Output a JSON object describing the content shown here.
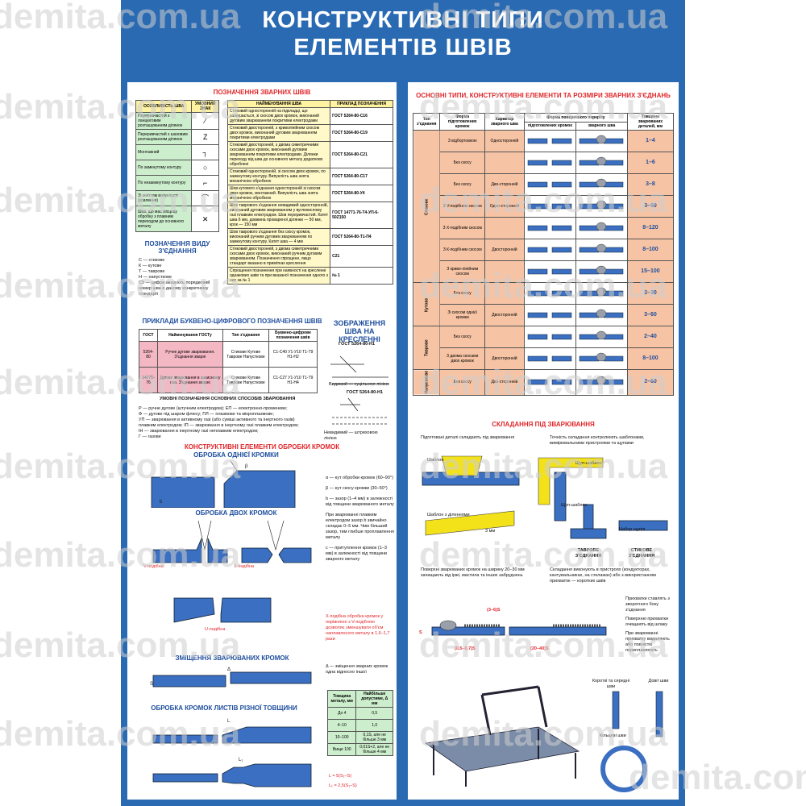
{
  "watermark": "demita.com.ua",
  "title": {
    "line1": "КОНСТРУКТИВНІ ТИПИ",
    "line2": "ЕЛЕМЕНТІВ ШВІВ"
  },
  "left": {
    "designations_heading": "ПОЗНАЧЕННЯ ЗВАРНИХ ШВІВ",
    "sym_headers": [
      "ОСОБЛИВІСТЬ ШВА",
      "УМОВНИЙ ЗНАК"
    ],
    "sym_rows": [
      "Переривчастий з ланцюговим розташуванням ділянок",
      "Переривчастий з шаховим розташуванням ділянок",
      "Монтажний",
      "По замкнутому контуру",
      "По незамкнутому контуру",
      "Зі зняттям випуклості (усилення)",
      "Шов, що має місцеву обробку з плавним переходом до основного металу"
    ],
    "naming_headers": [
      "НАЙМЕНУВАННЯ ШВА",
      "ПРИКЛАД ПОЗНАЧЕННЯ"
    ],
    "naming_rows": [
      {
        "name": "Стиковий односторонній на підкладці, що залишається, зі скосом двох кромок, виконаний дуговим зварюванням покритими електродами",
        "ex": "ГОСТ 5264-80-С16"
      },
      {
        "name": "Стиковий двосторонній, з криволінійним скосом двох кромок, виконаний дуговим зварюванням покритими електродами",
        "ex": "ГОСТ 5264-80-С19"
      },
      {
        "name": "Стиковий двосторонній, з двома симетричними скосами двох кромок, виконаний дуговим зварюванням покритими електродами. Ділянки переходу від шва до основного металу додатково оброблені",
        "ex": "ГОСТ 5264-80-С21"
      },
      {
        "name": "Стиковий односторонній, зі скосом двох кромок, по замкнутому контуру. Випуклість шва знята механічною обробкою",
        "ex": "ГОСТ 5264-80-С17"
      },
      {
        "name": "Шов кутового з'єднання односторонній зі скосом двох кромок, монтажний. Випуклість шва знята механічною обробкою",
        "ex": "ГОСТ 5264-80-У4"
      },
      {
        "name": "Шов таврового з'єднання невидимий односторонній, виконаний дуговим зварюванням у вуглекислому газі плавким електродом. Шов переривчастий. Катет шва 6 мм, довжина провареної ділянки — 50 мм, крок — 150 мм",
        "ex": "ГОСТ 14771-76-Т4-УП-6-50Z150"
      },
      {
        "name": "Шов таврового з'єднання без скосу кромок, виконаний ручним дуговим зварюванням по замкнутому контуру. Катет шва — 4 мм",
        "ex": "ГОСТ 5264-80-Т1-П4"
      },
      {
        "name": "Стиковий двосторонній, з двома симетричними скосами двох кромок, виконаний ручним дуговим зварюванням. Позначення спрощене, якщо стандарт вказано в примітках креслення",
        "ex": "С21"
      },
      {
        "name": "Спрощення позначення при наявності на кресленні однакових швів та при вказаної позначення одного з них за № 1",
        "ex": "№ 1"
      }
    ],
    "kind_heading": "ПОЗНАЧЕННЯ ВИДУ З'ЄДНАННЯ",
    "kind_text": [
      "С — стикове",
      "К — кутове",
      "Т — таврове",
      "Н — напусткове",
      "С5 — цифри вказують порядковий номер шва в даному конкретному стандарті"
    ],
    "examples_heading": "ПРИКЛАДИ БУКВЕНО-ЦИФРОВОГО ПОЗНАЧЕННЯ ШВІВ",
    "ex_headers": [
      "ГОСТ",
      "Найменування ГОСТу",
      "Тип з'єднання",
      "Буквено-цифрове позначення швів"
    ],
    "ex_rows": [
      {
        "gost": "5264-80",
        "name": "Ручне дугове зварювання. З'єднання зварні",
        "type": "Стикове Кутове Таврове Напусткове",
        "codes": "С1-С40 У1-У10 Т1-Т9 Н1-Н2"
      },
      {
        "gost": "14771-76",
        "name": "Дугове зварювання в захисному газі. З'єднання зварні",
        "type": "Стикове Кутове Таврове Напусткове",
        "codes": "С1-С27 У1-У10 Т1-Т9 Н1-Н4"
      }
    ],
    "methods_heading": "УМОВНІ ПОЗНАЧЕННЯ ОСНОВНИХ СПОСОБІВ ЗВАРЮВАННЯ",
    "methods_text": [
      "Р — ручне дугове (штучним електродом); ЕП — електронно-променеве;",
      "Ф — дугове під шаром флюсу; ПЛ — плазмове та мікроплазмове;",
      "УП — зварювання в активному газі (або суміші активного та інертного газів)",
      "плавким електродом; ІП — зварювання в інертному газі плавким електродом;",
      "ІН — зварювання в інертному газі неплавким електродом;",
      "Г — газове"
    ],
    "drawing_heading": "ЗОБРАЖЕННЯ ШВА НА КРЕСЛЕННІ",
    "drawing_ex1": "ГОСТ 5264-80-Н1",
    "drawing_ex2": "ГОСТ 5264-80-Н1",
    "visible_label": "Видимий — суцільною лінією",
    "invisible_label": "Невидимий — штриховою лінією",
    "edge_heading": "КОНСТРУКТИВНІ ЕЛЕМЕНТИ ОБРОБКИ КРОМОК",
    "one_edge": "ОБРОБКА ОДНІЄЇ КРОМКИ",
    "two_edges": "ОБРОБКА ДВОХ КРОМОК",
    "v_label": "V-подібна",
    "x_label": "Х-подібна",
    "u_label": "U-подібна",
    "offset_heading": "ЗМІЩЕННЯ ЗВАРЮВАНИХ КРОМОК",
    "thick_heading": "ОБРОБКА КРОМОК ЛИСТІВ РІЗНОЇ ТОВЩИНИ",
    "legend": [
      "α — кут обробки кромок (60–90°)",
      "β — кут скосу кромки (30–50°)",
      "b — зазор (1–4 мм) в залежності від товщини зварюваного металу",
      "При зварюванні плавким електродом зазор b звичайно складає 0–5 мм. Чим більший зазор, тим глибше проплавлення металу",
      "c — притуплення кромок (1–3 мм) в залежності від товщини зварного металу"
    ],
    "legend_red": "Х-подібна обробка кромок у порівнянні з V-подібною дозволяє зменшувати об'єм наплавленого металу в 1,6–1,7 рази",
    "delta_text": "Δ — зміщення зварних кромок одна відносно іншої",
    "offset_headers": [
      "Товщина металу, мм",
      "Найбільше допустиме, Δ мм"
    ],
    "offset_rows": [
      [
        "До 4",
        "0,5"
      ],
      [
        "4–10",
        "1,0"
      ],
      [
        "10–100",
        "0,1S, але не більше 3 мм"
      ],
      [
        "Вище 100",
        "0,01S+2, але не більше 4 мм"
      ]
    ],
    "formula1": "L = 5(S₁–S)",
    "formula2": "L₁ = 2,5(S₁–S)"
  },
  "right": {
    "types_heading": "ОСНОВНІ ТИПИ, КОНСТРУКТИВНІ ЕЛЕМЕНТИ ТА РОЗМІРИ ЗВАРНИХ З'ЄДНАНЬ",
    "types_headers": [
      "Тип з'єднання",
      "Форма підготовлених кромок",
      "Характер зварного шва",
      "Форма поперечного перерізу",
      "Товщина зварюваних деталей, мм"
    ],
    "section_sub": [
      "підготовлених кромок",
      "зварного шва"
    ],
    "groups": [
      "Стикове",
      "Кутове",
      "Таврове",
      "Напусткове"
    ],
    "rows": [
      {
        "form": "З відбортовкою",
        "char": "Односторонній",
        "t": "1–4"
      },
      {
        "form": "Без скосу",
        "char": "",
        "t": "1–6"
      },
      {
        "form": "Без скосу",
        "char": "Дво-сторонній",
        "t": "3–8"
      },
      {
        "form": "З V-подібним скосом",
        "char": "Одно-сторонній",
        "t": "3–60"
      },
      {
        "form": "З Х-подібним скосом",
        "char": "",
        "t": "8–120"
      },
      {
        "form": "З К-подібним скосом",
        "char": "Двосторонній",
        "t": "8–100"
      },
      {
        "form": "З криво-лінійним скосом",
        "char": "",
        "t": "15–100"
      },
      {
        "form": "Без скосу",
        "char": "",
        "t": "2–30"
      },
      {
        "form": "Зі скосом однієї кромки",
        "char": "Двосторонній",
        "t": "3–60"
      },
      {
        "form": "Без скосу",
        "char": "",
        "t": "2–40"
      },
      {
        "form": "З двома скосами двох кромок",
        "char": "Двосторонній",
        "t": "8–100"
      },
      {
        "form": "Без скосу",
        "char": "Дво-сторонній",
        "t": "2–60"
      }
    ],
    "assembly_heading": "СКЛАДАННЯ ПІД ЗВАРЮВАННЯ",
    "note1": "Підготовані деталі складають під зварювання",
    "note2": "Точність складання контролюють шаблонами, вимірювальними пристроями та щупами",
    "labels": {
      "template": "Шаблон",
      "probe_template": "Щуп-шаблон",
      "div_template": "Шаблон з діленнями",
      "probe": "Щуп-шаблон",
      "gauges": "Набор щупів",
      "tee": "ТАВРОВЕ З'ЄДНАННЯ",
      "butt": "СТИКОВЕ З'ЄДНАННЯ",
      "mm": "3 мм"
    },
    "note3": "Поверхні зварюваних кромок на ширину 20–30 мм зачищають від іржі, мастила та інших забруднень",
    "note4": "Складання виконують в пристроях (кондукторах, кантувальниках, на стелажах) або з використанням прихваток — коротких швів",
    "dims": {
      "d1": "(3–6)S",
      "d2": "(0,5–0,7)S",
      "d3": "(20–40)S",
      "s": "S"
    },
    "tack_notes": [
      "Прихватки ставлять з зворотного боку з'єднання",
      "Поверхню прихватки очищають від шлаку",
      "При зварюванні прихватку видаляють або повністю переплавляють"
    ],
    "short_seams": "Короткі та середні шви",
    "long_seams": "Довгі шви",
    "ring_seams": "Кільцеві шви"
  }
}
